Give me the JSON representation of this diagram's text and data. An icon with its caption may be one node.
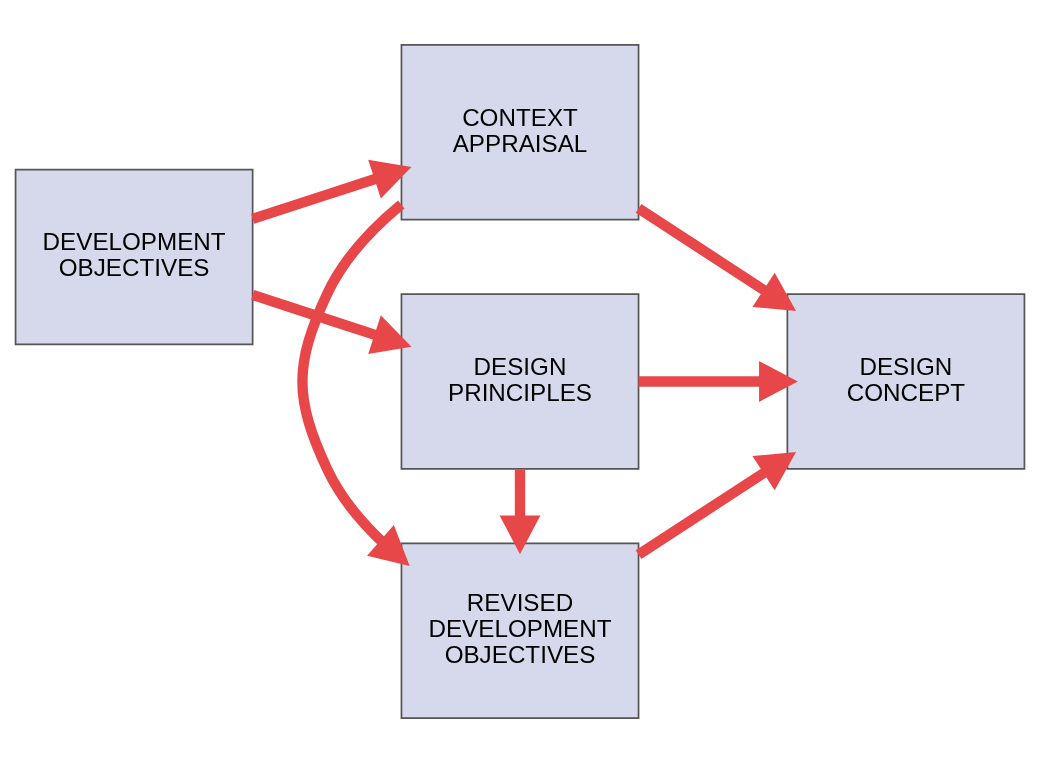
{
  "diagram": {
    "nodes": [
      {
        "text": [
          "DEVELOPMENT OBJECTIVES"
        ]
      },
      {
        "text": [
          "CONTEXT APPRAISAL"
        ]
      },
      {
        "text": [
          "REVISED DEVELOPMENT OBJECTIVES"
        ]
      },
      {
        "text": [
          "DESIGN PRINCIPLES"
        ]
      },
      {
        "text": [
          "DESIGN CONCEPT"
        ]
      }
    ],
    "edges": [
      {
        "from": 0,
        "to": 1,
        "arrow": "to"
      },
      {
        "from": 1,
        "to": 4,
        "arrow": "to"
      },
      {
        "from": 1,
        "to": 2,
        "arrow": "to"
      },
      {
        "from": 2,
        "to": 4,
        "arrow": "to"
      },
      {
        "from": 0,
        "to": 3,
        "arrow": "to"
      },
      {
        "from": 3,
        "to": 2,
        "arrow": "to"
      },
      {
        "from": 3,
        "to": 4,
        "arrow": "to"
      }
    ]
  }
}
